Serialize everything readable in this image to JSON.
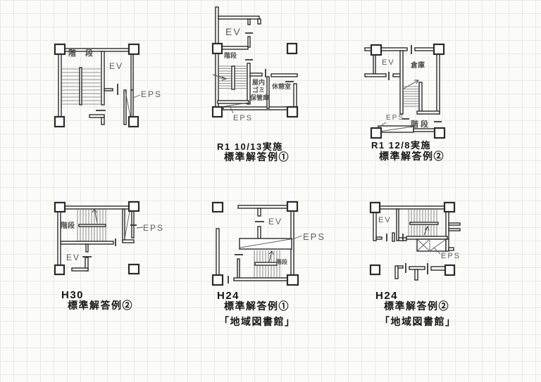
{
  "drawing": {
    "background_color": "#fbfbf9",
    "grid_color": "#e9e9e6",
    "ink_color": "#2b2b2b",
    "pencil_color": "#5a5a5a"
  },
  "plans": {
    "p1": {
      "labels": {
        "kaidan": "階 段",
        "ev": "EV",
        "eps": "EPS"
      },
      "caption": []
    },
    "p2": {
      "labels": {
        "ev": "EV",
        "kaidan": "階段",
        "gomi1": "屋内",
        "gomi2": "ゴミ",
        "gomi3": "保管庫",
        "kyukei": "休憩室",
        "eps": "EPS"
      },
      "caption": [
        "R1  10/13実施",
        "標準解答例①"
      ]
    },
    "p3": {
      "labels": {
        "ev": "EV",
        "soko": "倉庫",
        "eps": "EPS",
        "kaidan": "階段"
      },
      "caption": [
        "R1  12/8実施",
        "標準解答例②"
      ]
    },
    "p4": {
      "labels": {
        "kaidan": "階段",
        "eps": "EPS",
        "ev": "EV"
      },
      "caption": [
        "H30",
        "標準解答例②"
      ]
    },
    "p5": {
      "labels": {
        "ev": "EV",
        "eps": "EPS",
        "kaidan": "階段"
      },
      "caption": [
        "H24",
        "標準解答例①",
        "「地域図書館」"
      ]
    },
    "p6": {
      "labels": {
        "ev": "EV",
        "eps": "EPS"
      },
      "caption": [
        "H24",
        "標準解答例②",
        "「地域図書館」"
      ]
    }
  }
}
